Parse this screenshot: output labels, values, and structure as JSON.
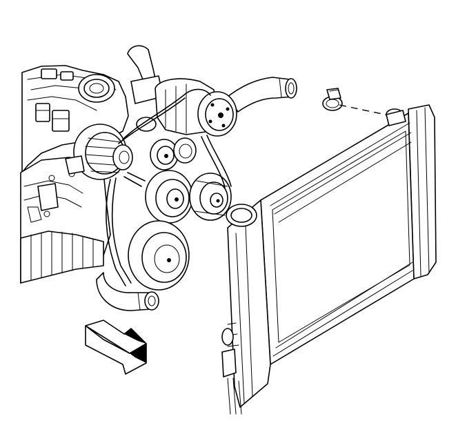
{
  "figure": {
    "colors": {
      "line": "#000000",
      "background": "#ffffff"
    },
    "components": [
      "engine-block",
      "serpentine-belt",
      "generator",
      "ac-compressor",
      "power-steering-pump",
      "idler-pulley",
      "crankshaft-pulley",
      "upper-radiator-hose",
      "lower-radiator-hose",
      "radiator",
      "hose-clamp"
    ],
    "icons": [
      "direction-arrow-icon"
    ]
  }
}
